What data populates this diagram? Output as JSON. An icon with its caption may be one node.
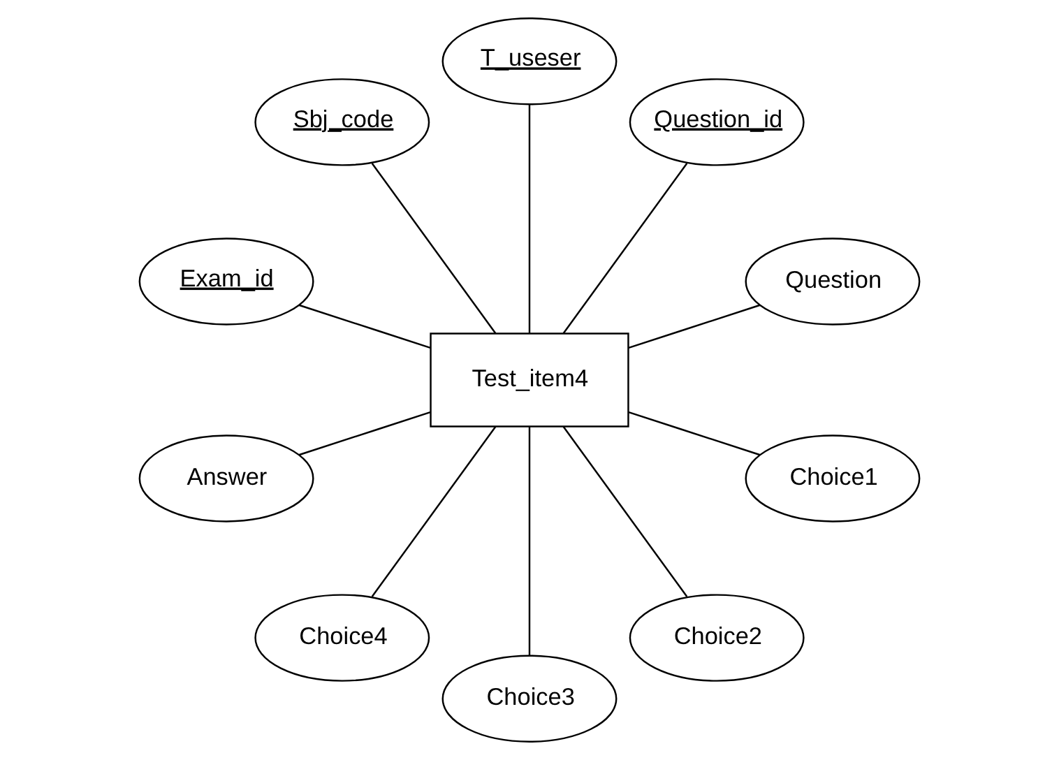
{
  "diagram": {
    "nodes": [
      {
        "text": [
          "Sbj_code"
        ]
      },
      {
        "text": [
          "Exam_id"
        ]
      },
      {
        "text": [
          "T_useser"
        ]
      },
      {
        "text": [
          "Answer"
        ]
      },
      {
        "text": [
          "Question_id"
        ]
      },
      {
        "text": [
          "Test_item4"
        ]
      },
      {
        "text": [
          "Choice4"
        ]
      },
      {
        "text": [
          "Question"
        ]
      },
      {
        "text": [
          "Choice3"
        ]
      },
      {
        "text": [
          "Choice1"
        ]
      },
      {
        "text": [
          "Choice2"
        ]
      }
    ],
    "edges": [
      {
        "from": 5,
        "to": 0,
        "arrow": "none"
      },
      {
        "from": 5,
        "to": 1,
        "arrow": "none"
      },
      {
        "from": 5,
        "to": 2,
        "arrow": "none"
      },
      {
        "from": 5,
        "to": 3,
        "arrow": "none"
      },
      {
        "from": 5,
        "to": 4,
        "arrow": "none"
      },
      {
        "from": 5,
        "to": 6,
        "arrow": "none"
      },
      {
        "from": 5,
        "to": 7,
        "arrow": "none"
      },
      {
        "from": 5,
        "to": 8,
        "arrow": "none"
      },
      {
        "from": 5,
        "to": 9,
        "arrow": "none"
      },
      {
        "from": 5,
        "to": 10,
        "arrow": "none"
      }
    ]
  }
}
